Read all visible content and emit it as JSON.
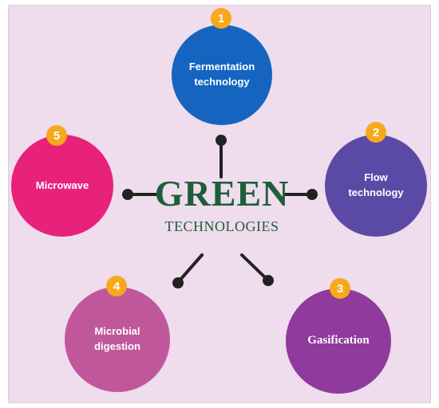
{
  "center": {
    "title": "GREEN",
    "subtitle": "TECHNOLOGIES"
  },
  "nodes": [
    {
      "number": "1",
      "label": "Fermentation\ntechnology",
      "color": "#1565c0"
    },
    {
      "number": "2",
      "label": "Flow\ntechnology",
      "color": "#5a4aa6"
    },
    {
      "number": "3",
      "label": "Gasification",
      "color": "#8f3a9c"
    },
    {
      "number": "4",
      "label": "Microbial\ndigestion",
      "color": "#c0579b"
    },
    {
      "number": "5",
      "label": "Microwave",
      "color": "#e8217a"
    }
  ],
  "colors": {
    "background": "#efdcec",
    "badge": "#f7a81b",
    "title": "#1e5e3a",
    "connector": "#222222"
  }
}
